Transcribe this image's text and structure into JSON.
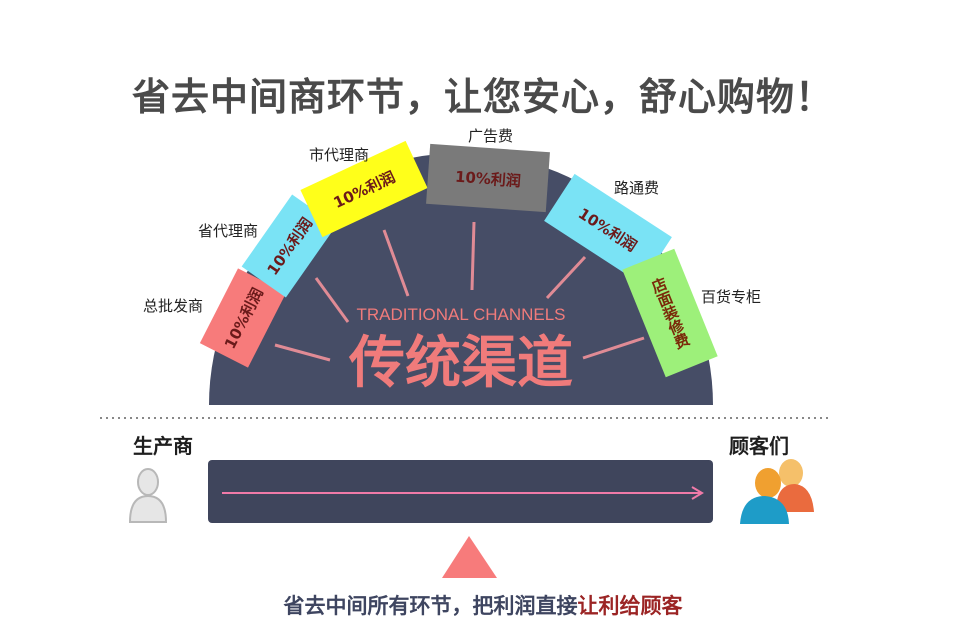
{
  "headline": "省去中间商环节，让您安心，舒心购物！",
  "dome": {
    "title_en": "TRADITIONAL CHANNELS",
    "title_cn": "传统渠道",
    "color": "#464d66",
    "text_color": "#f07b7b"
  },
  "segments": [
    {
      "name": "总批发商",
      "tag": "10%利润",
      "color": "#f77b7b"
    },
    {
      "name": "省代理商",
      "tag": "10%利润",
      "color": "#7ae3f5"
    },
    {
      "name": "市代理商",
      "tag": "10%利润",
      "color": "#ffff1a"
    },
    {
      "name": "广告费",
      "tag": "10%利润",
      "color": "#7a7a7a"
    },
    {
      "name": "路通费",
      "tag": "10%利润",
      "color": "#7ae3f5"
    },
    {
      "name": "百货专柜",
      "tag": "店面装修费",
      "color": "#9df07a"
    }
  ],
  "flow": {
    "producer": "生产商",
    "customers": "顾客们",
    "bar_color": "#3f455c",
    "arrow_color": "#f07aa8"
  },
  "footer": {
    "text_main": "省去中间所有环节，把利润直接",
    "text_highlight": "让利给顾客",
    "triangle_color": "#f77b7b"
  }
}
